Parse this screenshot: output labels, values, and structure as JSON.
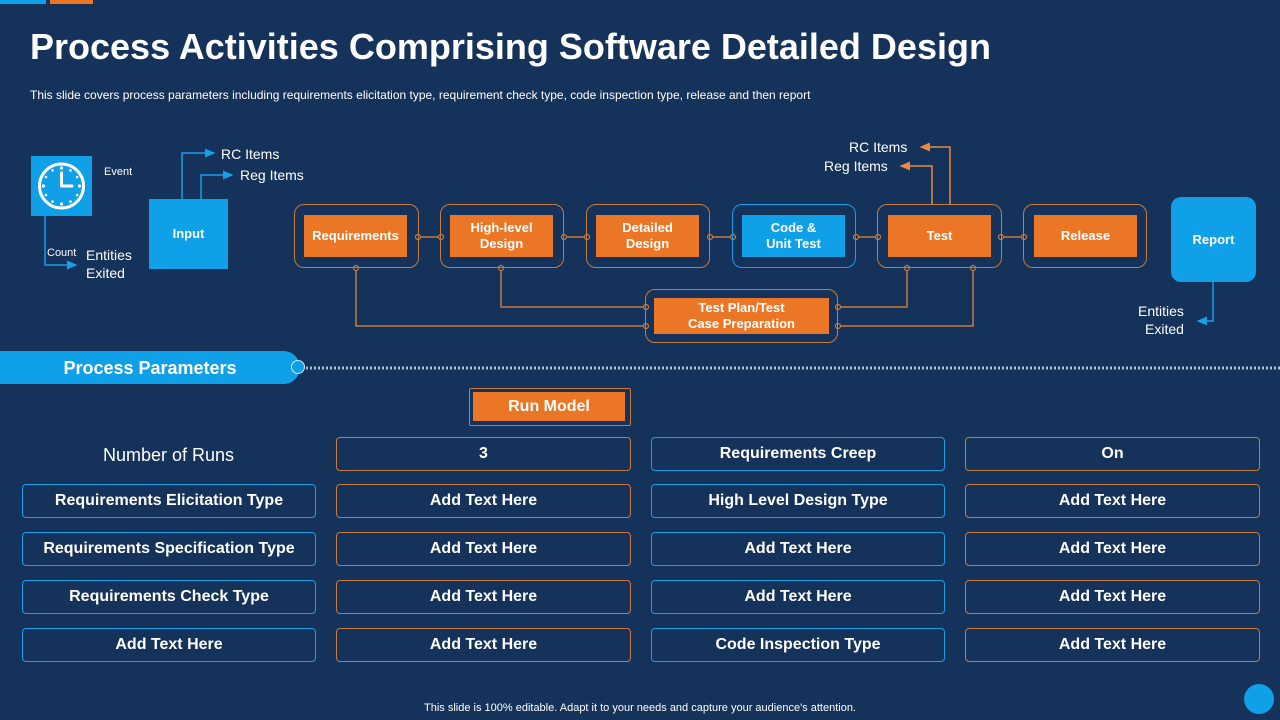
{
  "header": {
    "title": "Process Activities Comprising Software Detailed Design",
    "subtitle": "This slide covers process parameters including requirements elicitation type, requirement check type, code inspection type, release and then report"
  },
  "colors": {
    "background": "#14325a",
    "orange": "#ea7626",
    "blue": "#0fa0e8",
    "outline_orange": "#c87a3a"
  },
  "flow": {
    "event_icon": "clock-icon",
    "event_label": "Event",
    "count_label": "Count",
    "entities_exited_left": "Entities\nExited",
    "input_label": "Input",
    "rc_items_left": "RC Items",
    "reg_items_left": "Reg Items",
    "rc_items_right": "RC Items",
    "reg_items_right": "Reg Items",
    "stages": [
      "Requirements",
      "High-level\nDesign",
      "Detailed\nDesign",
      "Code &\nUnit Test",
      "Test",
      "Release"
    ],
    "test_plan": "Test Plan/Test\nCase Preparation",
    "report_label": "Report",
    "entities_exited_right": "Entities\nExited"
  },
  "params": {
    "banner": "Process Parameters",
    "run_model": "Run Model",
    "rows": [
      [
        "Number of Runs",
        "3",
        "Requirements Creep",
        "On"
      ],
      [
        "Requirements Elicitation Type",
        "Add Text Here",
        "High Level Design Type",
        "Add Text Here"
      ],
      [
        "Requirements Specification Type",
        "Add Text Here",
        "Add Text Here",
        "Add Text Here"
      ],
      [
        "Requirements Check Type",
        "Add Text Here",
        "Add Text Here",
        "Add Text Here"
      ],
      [
        "Add Text Here",
        "Add Text Here",
        "Code Inspection Type",
        "Add Text Here"
      ]
    ]
  },
  "footer": "This slide is 100% editable. Adapt it to your needs and capture your audience's attention."
}
